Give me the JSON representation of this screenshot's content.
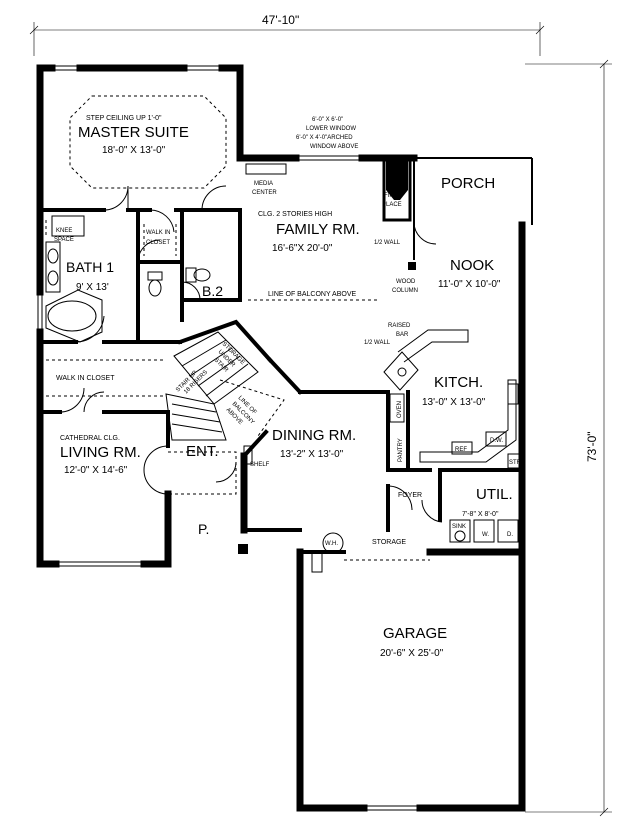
{
  "dimensions": {
    "overall_width": "47'-10\"",
    "overall_depth": "73'-0\""
  },
  "rooms": {
    "master_suite": {
      "note": "STEP CEILING UP 1'-0\"",
      "name": "MASTER SUITE",
      "size": "18'-0\" X 13'-0\""
    },
    "bath1": {
      "name": "BATH 1",
      "size": "9' X 13'"
    },
    "knee_space": [
      "KNEE",
      "SPACE"
    ],
    "walk_in_closet_small": [
      "WALK IN",
      "CLOSET"
    ],
    "walk_in_closet": "WALK IN CLOSET",
    "family": {
      "note": "CLG. 2 STORIES HIGH",
      "name": "FAMILY RM.",
      "size": "16'-6\"X 20'-0\""
    },
    "media_center": [
      "MEDIA",
      "CENTER"
    ],
    "fireplace": [
      "FIRE",
      "PLACE"
    ],
    "half_wall": "1/2 WALL",
    "wood_column": [
      "WOOD",
      "COLUMN"
    ],
    "balcony": "LINE OF BALCONY ABOVE",
    "porch": "PORCH",
    "nook": {
      "name": "NOOK",
      "size": "11'-0\" X 10'-0\""
    },
    "raised_bar": [
      "RAISED",
      "BAR"
    ],
    "half_wall_2": "1/2 WALL",
    "kitchen": {
      "name": "KITCH.",
      "size": "13'-0\" X 13'-0\""
    },
    "oven": "OVEN",
    "pantry": "PANTRY",
    "ref": "REF",
    "dw": "D.W.",
    "str": "STR",
    "b2": "B.2",
    "storage_under_stair": [
      "STORAGE",
      "UNDER",
      "STAIR"
    ],
    "stair": [
      "STAIR UP",
      "18 RISERS"
    ],
    "balcony_line_2": [
      "LINE OF",
      "BALCONY",
      "ABOVE"
    ],
    "dining": {
      "name": "DINING RM.",
      "size": "13'-2\" X 13'-0\""
    },
    "living": {
      "note": "CATHEDRAL CLG.",
      "name": "LIVING RM.",
      "size": "12'-0\" X 14'-6\""
    },
    "entry": "ENT.",
    "shelf": "SHELF",
    "foyer": "FOYER",
    "utility": {
      "name": "UTIL.",
      "size": "7'-8\" X 8'-0\""
    },
    "sink": "SINK",
    "washer": "W.",
    "dryer": "D.",
    "wh": "W.H.",
    "storage": "STORAGE",
    "porch_small": "P.",
    "garage": {
      "name": "GARAGE",
      "size": "20'-6\" X 25'-0\""
    }
  },
  "window_note": [
    "6'-0\" X 6'-0\"",
    "LOWER WINDOW",
    "6'-0\" X 4'-0\"ARCHED",
    "WINDOW ABOVE"
  ]
}
